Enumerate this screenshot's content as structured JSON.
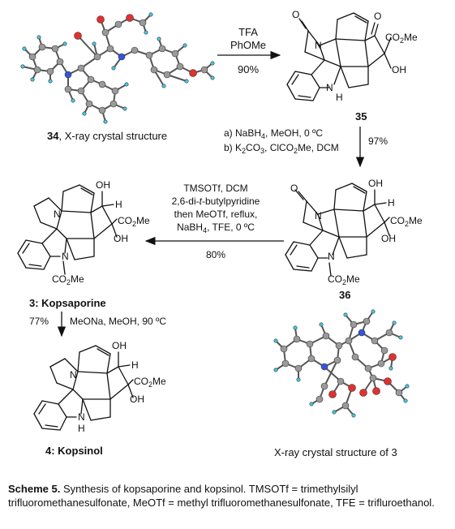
{
  "compounds": {
    "c34_num": "34",
    "c34_text": ", X-ray crystal structure",
    "c35": "35",
    "c36": "36",
    "c3_label": "3: Kopsaporine",
    "c4_label": "4: Kopsinol",
    "xray3": "X-ray crystal structure of 3"
  },
  "atoms": {
    "O": "O",
    "N": "N",
    "H": "H",
    "OH": "OH",
    "CO2Me_a": "CO",
    "CO2Me_b": "2",
    "CO2Me_c": "Me"
  },
  "steps": {
    "s1_reagent1": "TFA",
    "s1_reagent2": "PhOMe",
    "s1_yield": "90%",
    "s2_a_pre": "a) NaBH",
    "s2_a_sub": "4",
    "s2_a_post": ", MeOH, 0 ºC",
    "s2_b_pre": "b) K",
    "s2_b_sub1": "2",
    "s2_b_mid": "CO",
    "s2_b_sub2": "3",
    "s2_b_post": ", ClCO",
    "s2_b_sub3": "2",
    "s2_b_end": "Me, DCM",
    "s2_yield": "97%",
    "s3_line1": "TMSOTf, DCM",
    "s3_line2_pre": "2,6-di-",
    "s3_line2_it": "t",
    "s3_line2_post": "-butylpyridine",
    "s3_line3": "then MeOTf, reflux,",
    "s3_line4_pre": "NaBH",
    "s3_line4_sub": "4",
    "s3_line4_post": ", TFE, 0 ºC",
    "s3_yield": "80%",
    "s4_yield": "77%",
    "s4_reagent": "MeONa, MeOH, 90 ºC"
  },
  "caption": {
    "title": "Scheme 5.",
    "body": " Synthesis of kopsaporine and kopsinol. TMSOTf = trimethylsilyl trifluoromethanesulfonate, MeOTf = methyl trifluoromethanesulfonate, TFE = trifluroethanol."
  },
  "colors": {
    "oxygen": "#e03030",
    "nitrogen": "#3355dd",
    "carbon": "#9a9a9a",
    "hydrogen": "#44c8e8"
  }
}
